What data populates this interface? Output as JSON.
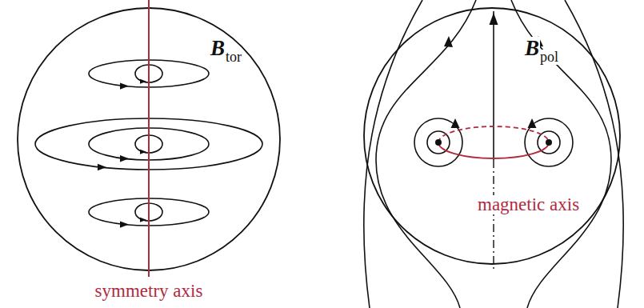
{
  "diagram": {
    "labels": [
      "B",
      "tor",
      "symmetry axis",
      "B",
      "pol",
      "magnetic axis"
    ]
  }
}
